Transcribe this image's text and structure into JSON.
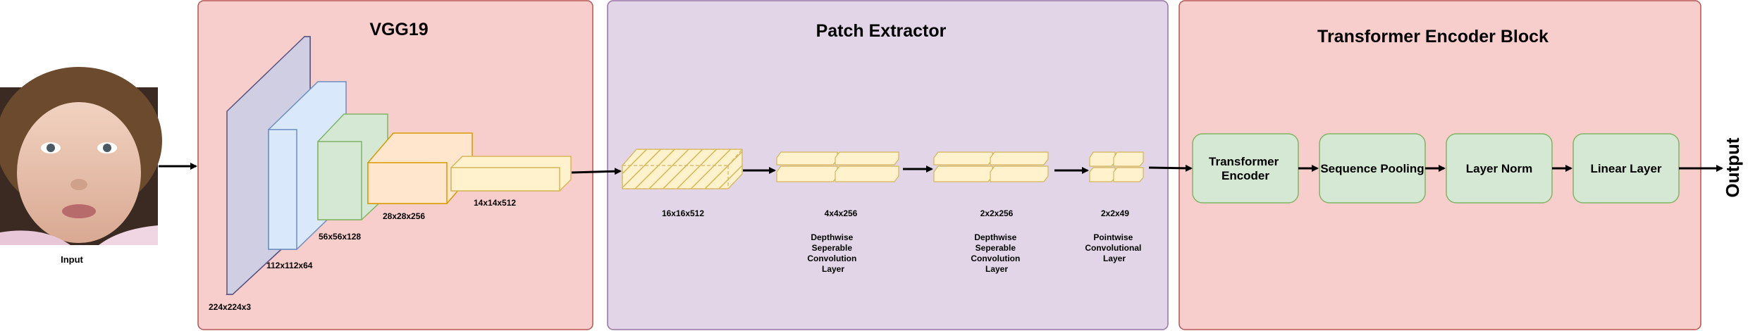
{
  "input": {
    "label": "Input"
  },
  "sections": {
    "vgg": {
      "title": "VGG19",
      "fill": "#f8cecc",
      "stroke": "#b85450"
    },
    "patch": {
      "title": "Patch Extractor",
      "fill": "#e1d5e7",
      "stroke": "#9673a6"
    },
    "transformer": {
      "title": "Transformer Encoder Block",
      "fill": "#f8cecc",
      "stroke": "#b85450"
    }
  },
  "vgg_layers": [
    {
      "label": "224x224x3",
      "fill": "#d0cee2",
      "stroke": "#56517e"
    },
    {
      "label": "112x112x64",
      "fill": "#dae8fc",
      "stroke": "#6c8ebf"
    },
    {
      "label": "56x56x128",
      "fill": "#d5e8d4",
      "stroke": "#82b366"
    },
    {
      "label": "28x28x256",
      "fill": "#ffe6cc",
      "stroke": "#d79b00"
    },
    {
      "label": "14x14x512",
      "fill": "#fff2cc",
      "stroke": "#d6b656"
    }
  ],
  "patch_stages": [
    {
      "size": "16x16x512",
      "caption": []
    },
    {
      "size": "4x4x256",
      "caption": [
        "Depthwise",
        "Seperable",
        "Convolution",
        "Layer"
      ]
    },
    {
      "size": "2x2x256",
      "caption": [
        "Depthwise",
        "Seperable",
        "Convolution",
        "Layer"
      ]
    },
    {
      "size": "2x2x49",
      "caption": [
        "Pointwise",
        "Convolutional",
        "Layer"
      ]
    }
  ],
  "transformer_blocks": [
    {
      "lines": [
        "Transformer",
        "Encoder"
      ]
    },
    {
      "lines": [
        "Sequence Pooling"
      ]
    },
    {
      "lines": [
        "Layer Norm"
      ]
    },
    {
      "lines": [
        "Linear Layer"
      ]
    }
  ],
  "output": {
    "label": "Output"
  },
  "colors": {
    "block_fill": "#d5e8d4",
    "block_stroke": "#82b366",
    "patch_fill": "#fff2cc",
    "patch_stroke": "#d6b656",
    "face_skin": "#e9c6b3",
    "hair": "#6b4a2e"
  }
}
